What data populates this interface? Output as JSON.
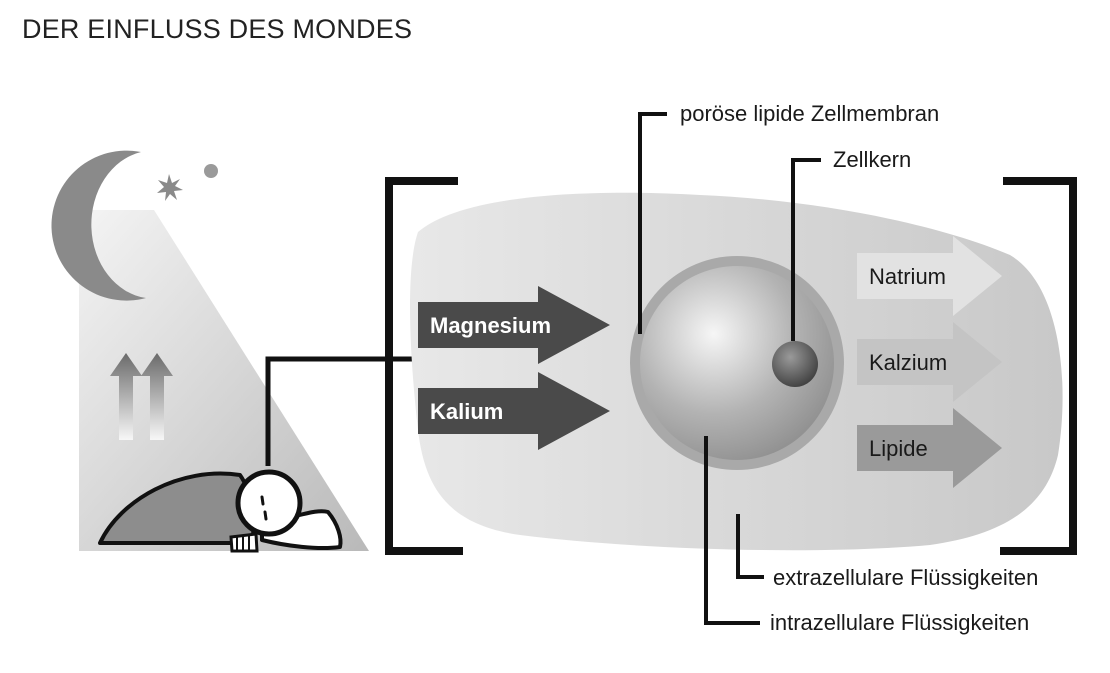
{
  "title": "DER EINFLUSS DES MONDES",
  "incoming": [
    "Magnesium",
    "Kalium"
  ],
  "outgoing": [
    "Natrium",
    "Kalzium",
    "Lipide"
  ],
  "labels": {
    "membrane": "poröse lipide Zellmembran",
    "nucleus": "Zellkern",
    "extracellular": "extrazellulare Flüssigkeiten",
    "intracellular": "intrazellulare Flüssigkeiten"
  }
}
